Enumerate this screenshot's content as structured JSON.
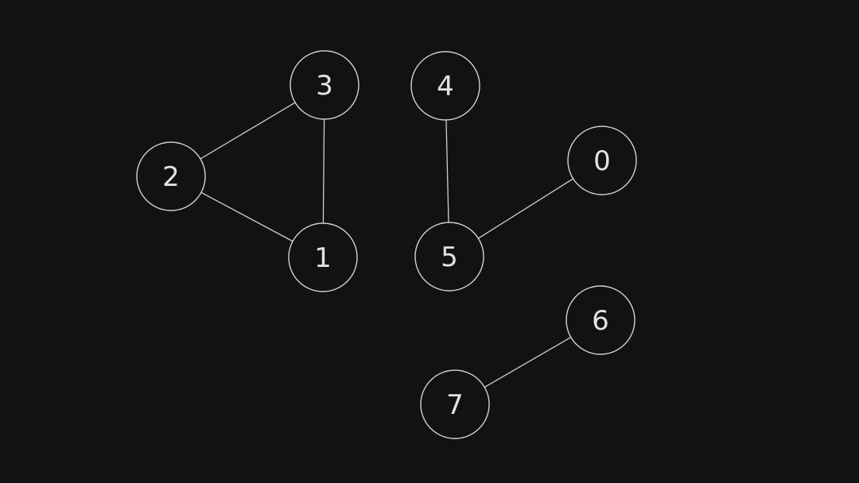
{
  "graph": {
    "node_stroke_color": "#d2d2d2",
    "edge_color": "#cfcfcf",
    "background_color": "#121212",
    "nodes": [
      {
        "id": "0",
        "label": "0"
      },
      {
        "id": "1",
        "label": "1"
      },
      {
        "id": "2",
        "label": "2"
      },
      {
        "id": "3",
        "label": "3"
      },
      {
        "id": "4",
        "label": "4"
      },
      {
        "id": "5",
        "label": "5"
      },
      {
        "id": "6",
        "label": "6"
      },
      {
        "id": "7",
        "label": "7"
      }
    ],
    "edges": [
      [
        "2",
        "3"
      ],
      [
        "2",
        "1"
      ],
      [
        "3",
        "1"
      ],
      [
        "4",
        "5"
      ],
      [
        "5",
        "0"
      ],
      [
        "6",
        "7"
      ]
    ]
  }
}
